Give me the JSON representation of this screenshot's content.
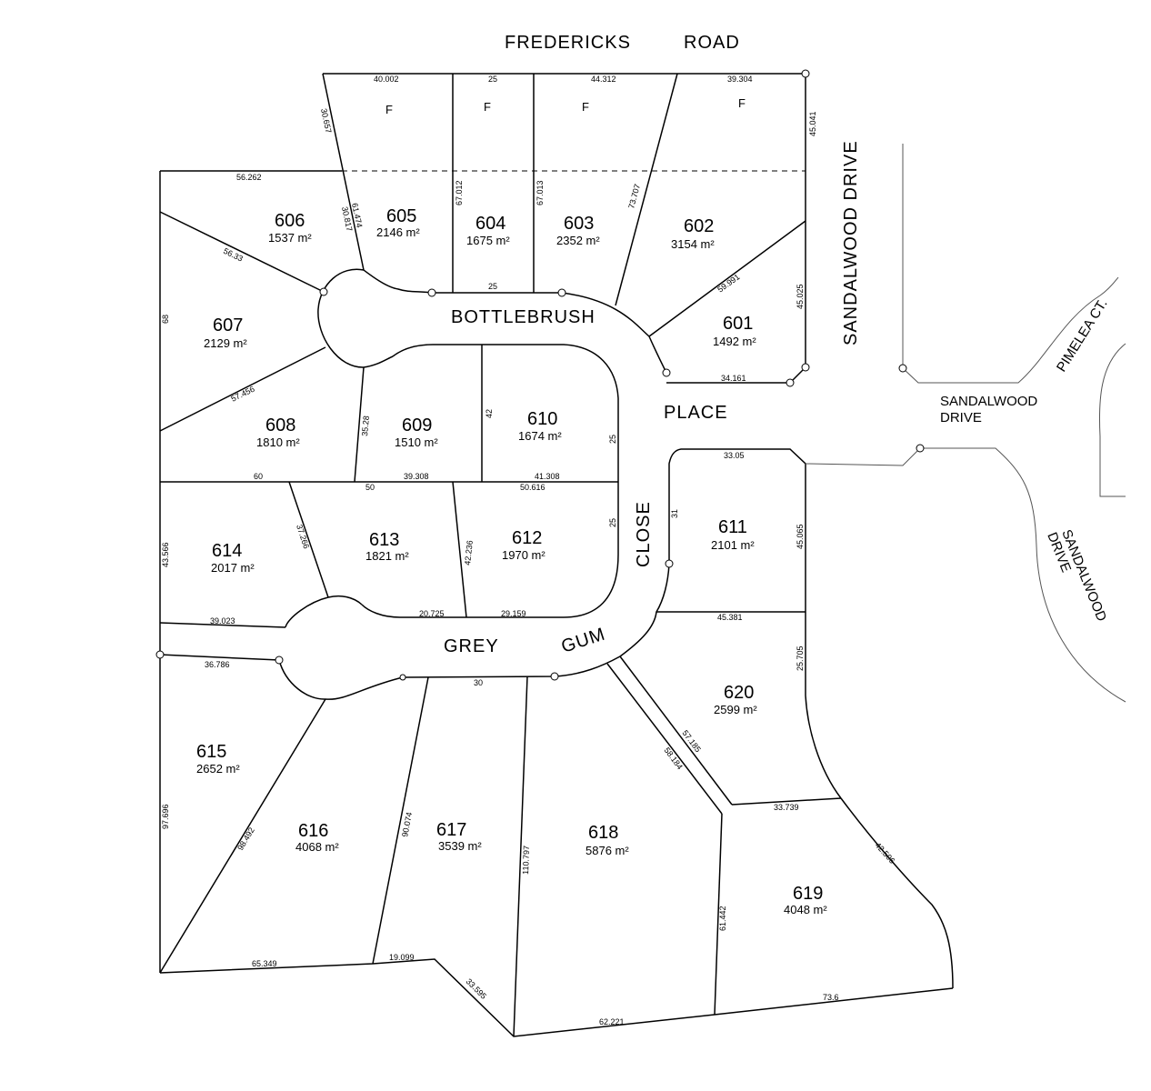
{
  "roads": {
    "fredericks": "FREDERICKS",
    "fredericks_road": "ROAD",
    "sandalwood_drive_vertical": "SANDALWOOD DRIVE",
    "bottlebrush": "BOTTLEBRUSH",
    "place": "PLACE",
    "close": "CLOSE",
    "grey": "GREY",
    "gum": "GUM",
    "pimelea": "PIMELEA CT.",
    "sandalwood_drive_1": "SANDALWOOD",
    "sandalwood_drive_2": "DRIVE",
    "sandalwood_curve_1": "SANDALWOOD",
    "sandalwood_curve_2": "DRIVE"
  },
  "lots": [
    {
      "number": "601",
      "area": "1492 m²"
    },
    {
      "number": "602",
      "area": "3154 m²"
    },
    {
      "number": "603",
      "area": "2352 m²"
    },
    {
      "number": "604",
      "area": "1675 m²"
    },
    {
      "number": "605",
      "area": "2146 m²"
    },
    {
      "number": "606",
      "area": "1537 m²"
    },
    {
      "number": "607",
      "area": "2129 m²"
    },
    {
      "number": "608",
      "area": "1810 m²"
    },
    {
      "number": "609",
      "area": "1510 m²"
    },
    {
      "number": "610",
      "area": "1674 m²"
    },
    {
      "number": "611",
      "area": "2101 m²"
    },
    {
      "number": "612",
      "area": "1970 m²"
    },
    {
      "number": "613",
      "area": "1821 m²"
    },
    {
      "number": "614",
      "area": "2017 m²"
    },
    {
      "number": "615",
      "area": "2652 m²"
    },
    {
      "number": "616",
      "area": "4068 m²"
    },
    {
      "number": "617",
      "area": "3539 m²"
    },
    {
      "number": "618",
      "area": "5876 m²"
    },
    {
      "number": "619",
      "area": "4048 m²"
    },
    {
      "number": "620",
      "area": "2599 m²"
    }
  ],
  "flood_marks": [
    "F",
    "F",
    "F",
    "F"
  ],
  "dimensions": [
    "40.002",
    "25",
    "44.312",
    "39.304",
    "30.657",
    "45.041",
    "56.262",
    "61.474",
    "30.817",
    "67.012",
    "67.013",
    "73.707",
    "56.33",
    "25",
    "59.991",
    "45.025",
    "68",
    "34.161",
    "57.456",
    "35.28",
    "42",
    "25",
    "60",
    "50",
    "39.308",
    "41.308",
    "50.616",
    "33.05",
    "31",
    "45.065",
    "43.566",
    "37.266",
    "42.236",
    "25",
    "39.023",
    "20.725",
    "29.159",
    "45.381",
    "36.786",
    "30",
    "25.705",
    "57.185",
    "58.184",
    "97.696",
    "98.492",
    "90.074",
    "110.797",
    "33.739",
    "42.506",
    "61.442",
    "65.349",
    "19.099",
    "33.595",
    "62.221",
    "73.6"
  ]
}
